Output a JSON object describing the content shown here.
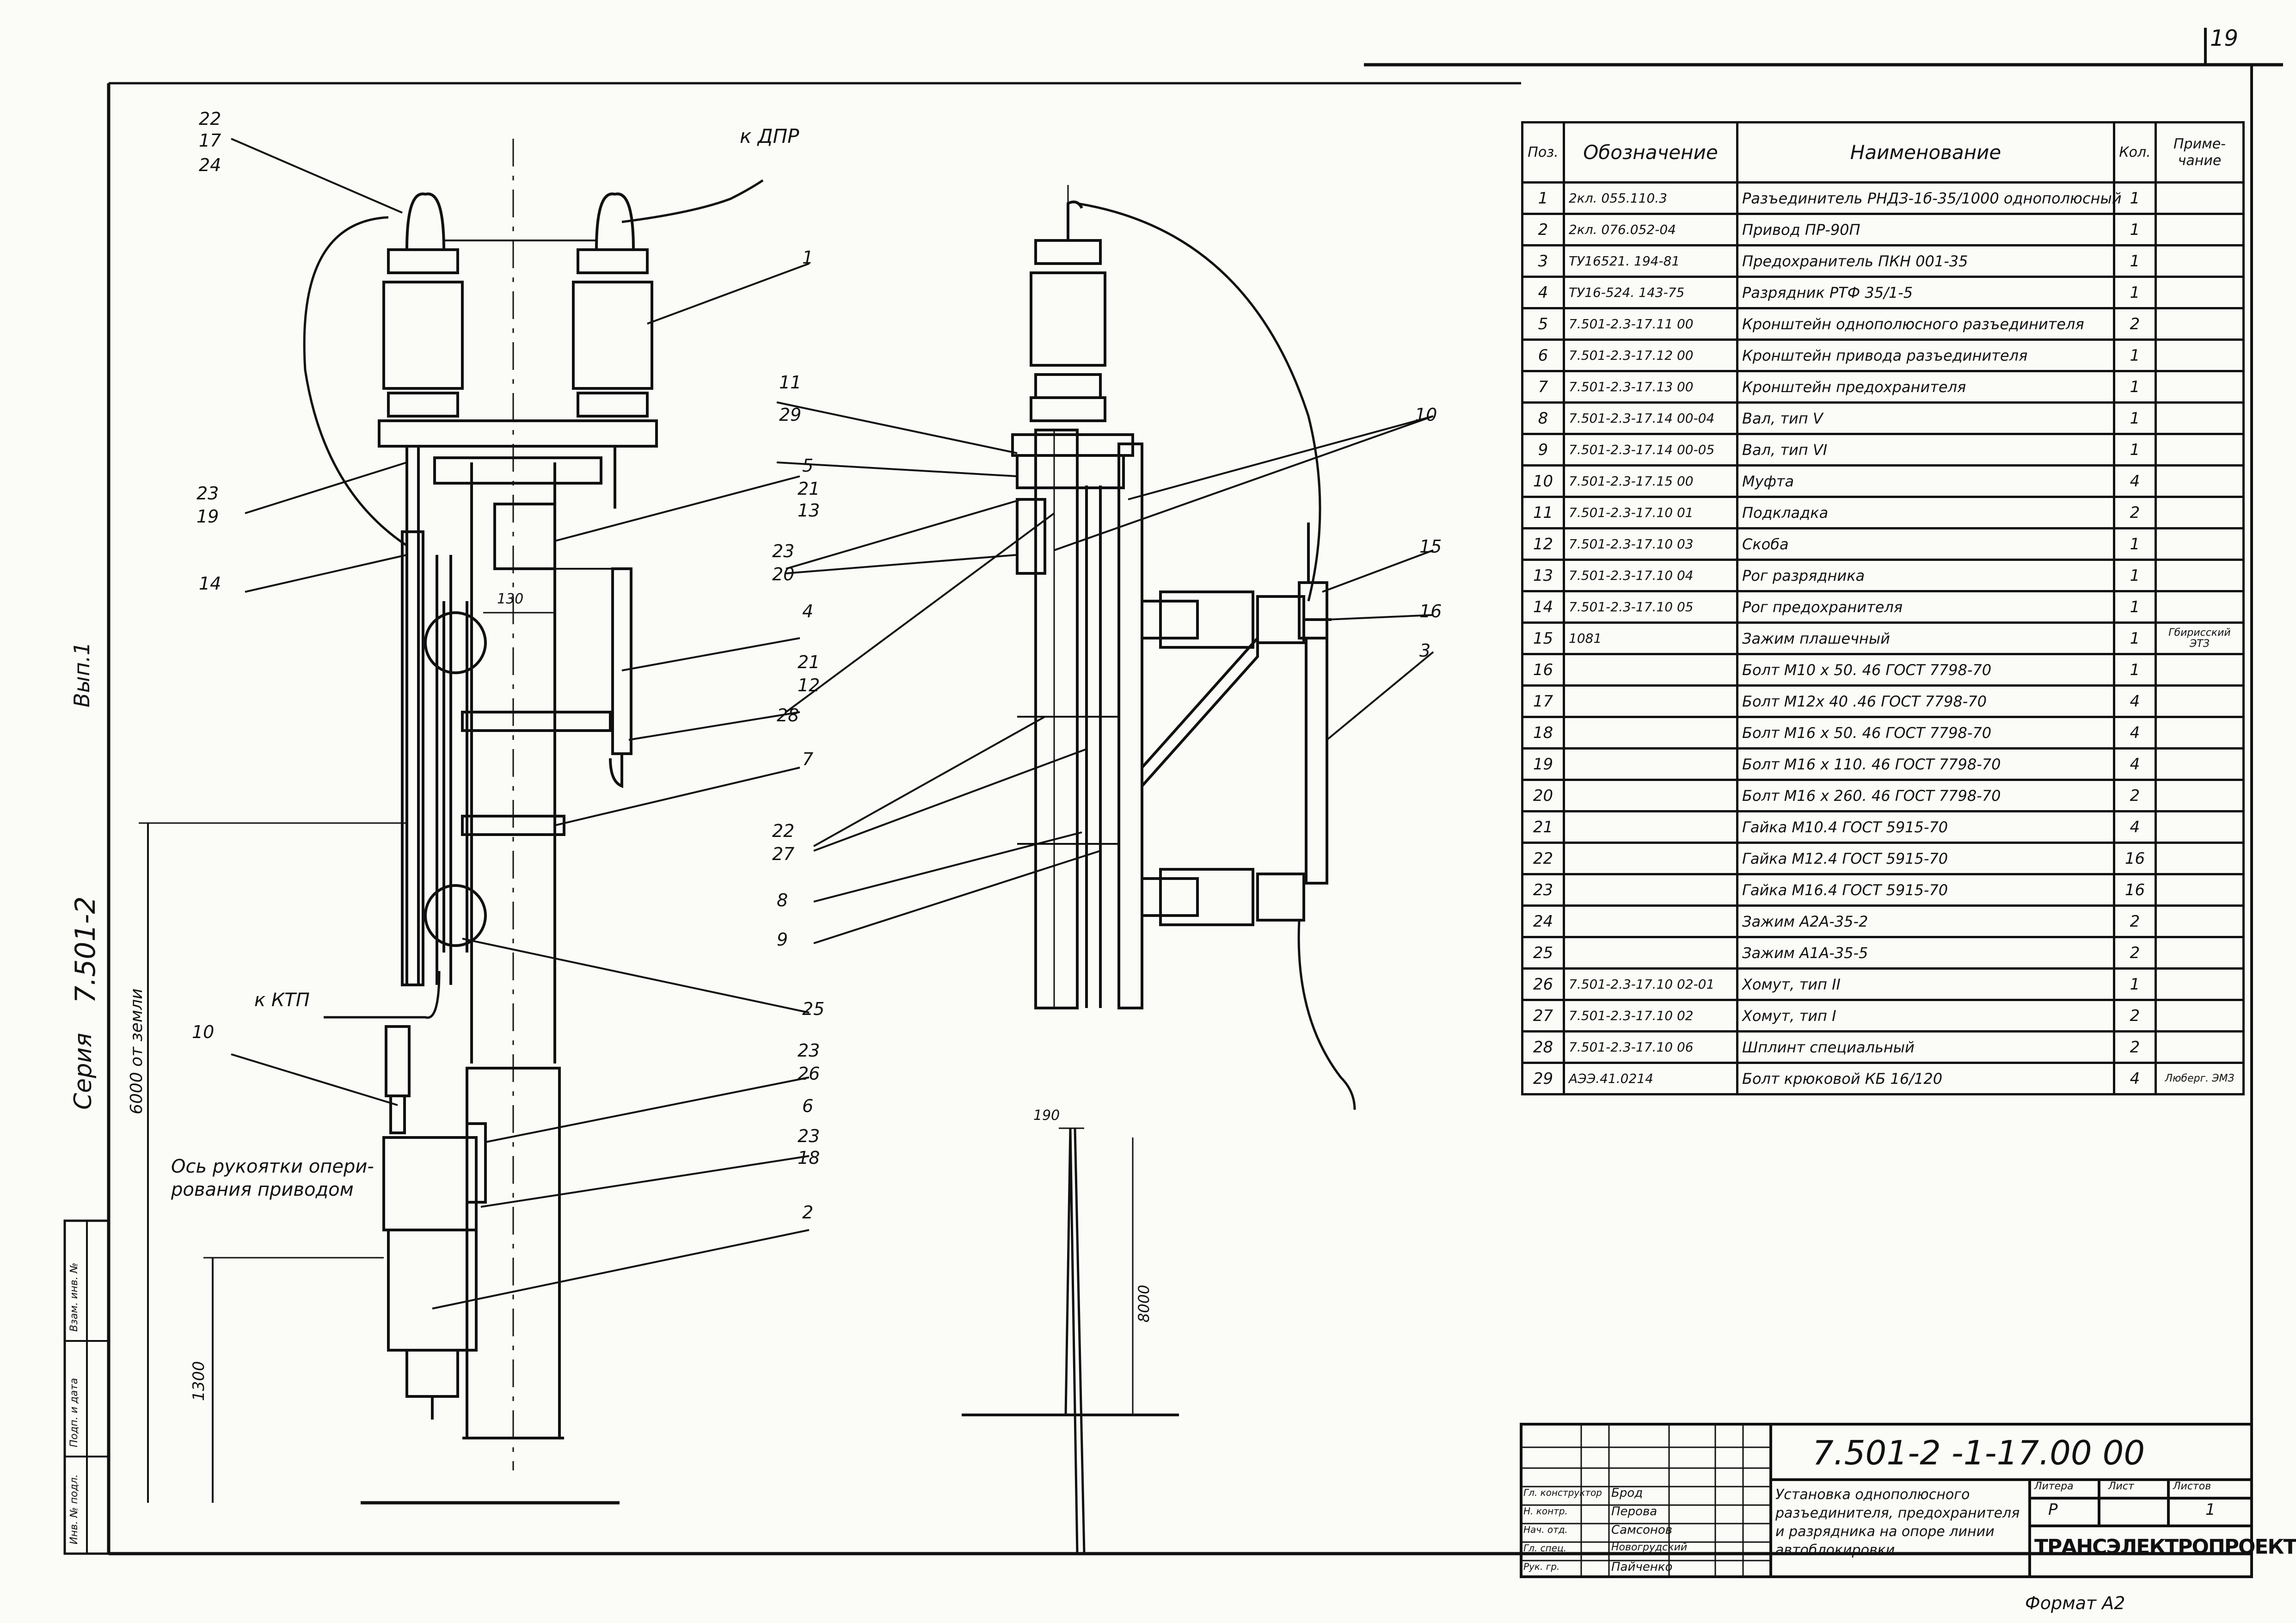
{
  "sheet_number": "19",
  "side_labels": {
    "edition": "Вып.1",
    "series_label": "Серия",
    "series_value": "7.501-2"
  },
  "side_stamp": [
    "Инв. № подл.",
    "Подп. и дата",
    "Взам. инв. №"
  ],
  "drawing": {
    "to_dpr": "к ДПР",
    "to_ktp": "к КТП",
    "axis_note_line1": "Ось рукоятки опери-",
    "axis_note_line2": "рования приводом",
    "dims": {
      "d6000": "6000 от земли",
      "d1300": "1300",
      "d130": "130",
      "d190": "190",
      "d8000": "8000"
    },
    "callouts": {
      "c22": "22",
      "c17": "17",
      "c24": "24",
      "c1": "1",
      "c23a": "23",
      "c19": "19",
      "c14": "14",
      "c5": "5",
      "c21a": "21",
      "c13": "13",
      "c4": "4",
      "c21b": "21",
      "c12": "12",
      "c7": "7",
      "c25": "25",
      "c10a": "10",
      "c23b": "23",
      "c26": "26",
      "c6": "6",
      "c23c": "23",
      "c18": "18",
      "c2": "2",
      "c11": "11",
      "c29": "29",
      "c23d": "23",
      "c20": "20",
      "c28": "28",
      "c10b": "10",
      "c22b": "22",
      "c27": "27",
      "c8": "8",
      "c9": "9",
      "c15": "15",
      "c16": "16",
      "c3": "3"
    }
  },
  "parts_table": {
    "headers": {
      "pos": "Поз.",
      "designation": "Обозначение",
      "name": "Наименование",
      "qty": "Кол.",
      "note": "Приме-чание"
    },
    "rows": [
      {
        "pos": "1",
        "designation": "2кл. 055.110.3",
        "name": "Разъединитель РНДЗ-1б-35/1000 однополюсный",
        "qty": "1",
        "note": ""
      },
      {
        "pos": "2",
        "designation": "2кл. 076.052-04",
        "name": "Привод ПР-90П",
        "qty": "1",
        "note": ""
      },
      {
        "pos": "3",
        "designation": "ТУ16521. 194-81",
        "name": "Предохранитель ПКН 001-35",
        "qty": "1",
        "note": ""
      },
      {
        "pos": "4",
        "designation": "ТУ16-524. 143-75",
        "name": "Разрядник РТФ 35/1-5",
        "qty": "1",
        "note": ""
      },
      {
        "pos": "5",
        "designation": "7.501-2.3-17.11 00",
        "name": "Кронштейн однополюсного разъединителя",
        "qty": "2",
        "note": ""
      },
      {
        "pos": "6",
        "designation": "7.501-2.3-17.12 00",
        "name": "Кронштейн привода разъединителя",
        "qty": "1",
        "note": ""
      },
      {
        "pos": "7",
        "designation": "7.501-2.3-17.13 00",
        "name": "Кронштейн предохранителя",
        "qty": "1",
        "note": ""
      },
      {
        "pos": "8",
        "designation": "7.501-2.3-17.14 00-04",
        "name": "Вал, тип V",
        "qty": "1",
        "note": ""
      },
      {
        "pos": "9",
        "designation": "7.501-2.3-17.14 00-05",
        "name": "Вал, тип VI",
        "qty": "1",
        "note": ""
      },
      {
        "pos": "10",
        "designation": "7.501-2.3-17.15 00",
        "name": "Муфта",
        "qty": "4",
        "note": ""
      },
      {
        "pos": "11",
        "designation": "7.501-2.3-17.10 01",
        "name": "Подкладка",
        "qty": "2",
        "note": ""
      },
      {
        "pos": "12",
        "designation": "7.501-2.3-17.10 03",
        "name": "Скоба",
        "qty": "1",
        "note": ""
      },
      {
        "pos": "13",
        "designation": "7.501-2.3-17.10 04",
        "name": "Рог разрядника",
        "qty": "1",
        "note": ""
      },
      {
        "pos": "14",
        "designation": "7.501-2.3-17.10 05",
        "name": "Рог предохранителя",
        "qty": "1",
        "note": ""
      },
      {
        "pos": "15",
        "designation": "1081",
        "name": "Зажим плашечный",
        "qty": "1",
        "note": "Гбирисский ЭТЗ"
      },
      {
        "pos": "16",
        "designation": "",
        "name": "Болт М10 х 50. 46 ГОСТ 7798-70",
        "qty": "1",
        "note": ""
      },
      {
        "pos": "17",
        "designation": "",
        "name": "Болт М12х 40 .46 ГОСТ 7798-70",
        "qty": "4",
        "note": ""
      },
      {
        "pos": "18",
        "designation": "",
        "name": "Болт М16 х 50. 46 ГОСТ 7798-70",
        "qty": "4",
        "note": ""
      },
      {
        "pos": "19",
        "designation": "",
        "name": "Болт М16 х 110. 46 ГОСТ 7798-70",
        "qty": "4",
        "note": ""
      },
      {
        "pos": "20",
        "designation": "",
        "name": "Болт М16 х 260. 46 ГОСТ 7798-70",
        "qty": "2",
        "note": ""
      },
      {
        "pos": "21",
        "designation": "",
        "name": "Гайка М10.4 ГОСТ 5915-70",
        "qty": "4",
        "note": ""
      },
      {
        "pos": "22",
        "designation": "",
        "name": "Гайка М12.4 ГОСТ 5915-70",
        "qty": "16",
        "note": ""
      },
      {
        "pos": "23",
        "designation": "",
        "name": "Гайка М16.4 ГОСТ 5915-70",
        "qty": "16",
        "note": ""
      },
      {
        "pos": "24",
        "designation": "",
        "name": "Зажим А2А-35-2",
        "qty": "2",
        "note": ""
      },
      {
        "pos": "25",
        "designation": "",
        "name": "Зажим А1А-35-5",
        "qty": "2",
        "note": ""
      },
      {
        "pos": "26",
        "designation": "7.501-2.3-17.10 02-01",
        "name": "Хомут, тип II",
        "qty": "1",
        "note": ""
      },
      {
        "pos": "27",
        "designation": "7.501-2.3-17.10 02",
        "name": "Хомут, тип I",
        "qty": "2",
        "note": ""
      },
      {
        "pos": "28",
        "designation": "7.501-2.3-17.10 06",
        "name": "Шплинт специальный",
        "qty": "2",
        "note": ""
      },
      {
        "pos": "29",
        "designation": "АЭЭ.41.0214",
        "name": "Болт крюковой КБ 16/120",
        "qty": "4",
        "note": "Люберг. ЭМЗ"
      }
    ]
  },
  "title_block": {
    "doc_code": "7.501-2 -1-17.00 00",
    "title_lines": [
      "Установка однополюсного",
      "разъединителя, предохранителя",
      "и разрядника на опоре линии",
      "автоблокировки"
    ],
    "signatures": [
      {
        "role": "Гл. конструктор",
        "name": "Брод"
      },
      {
        "role": "Н. контр.",
        "name": "Перова"
      },
      {
        "role": "Нач. отд.",
        "name": "Самсонов"
      },
      {
        "role": "Гл. спец.",
        "name": "Новогрудский"
      },
      {
        "role": "Рук. гр.",
        "name": "Пайченко"
      }
    ],
    "col_headers": {
      "stage": "Литера",
      "sheet": "Лист",
      "sheets": "Листов"
    },
    "stage": "Р",
    "sheet": "",
    "sheets": "1",
    "organization": "ТРАНСЭЛЕКТРОПРОЕКТ",
    "format_label": "Формат А2"
  }
}
